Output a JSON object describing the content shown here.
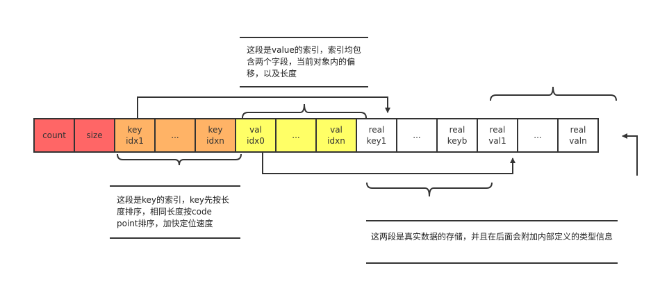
{
  "cells": [
    {
      "label": "count",
      "color": "#ff6666"
    },
    {
      "label": "size",
      "color": "#ff6666"
    },
    {
      "label": "key\nidx1",
      "color": "#ffb366"
    },
    {
      "label": "...",
      "color": "#ffb366"
    },
    {
      "label": "key\nidxn",
      "color": "#ffb366"
    },
    {
      "label": "val\nidx0",
      "color": "#ffff66"
    },
    {
      "label": "...",
      "color": "#ffff66"
    },
    {
      "label": "val\nidxn",
      "color": "#ffff66"
    },
    {
      "label": "real\nkey1",
      "color": "#ffffff"
    },
    {
      "label": "...",
      "color": "#ffffff"
    },
    {
      "label": "real\nkeyb",
      "color": "#ffffff"
    },
    {
      "label": "real\nval1",
      "color": "#ffffff"
    },
    {
      "label": "...",
      "color": "#ffffff"
    },
    {
      "label": "real\nvaln",
      "color": "#ffffff"
    }
  ],
  "notes": {
    "value_index": "这段是value的索引，索引均包含两个字段，当前对象内的偏移，以及长度",
    "key_index": "这段是key的索引，key先按长度排序，相同长度按code point排序，加快定位速度",
    "real_data": "这两段是真实数据的存储，并且在后面会附加内部定义的类型信息"
  }
}
